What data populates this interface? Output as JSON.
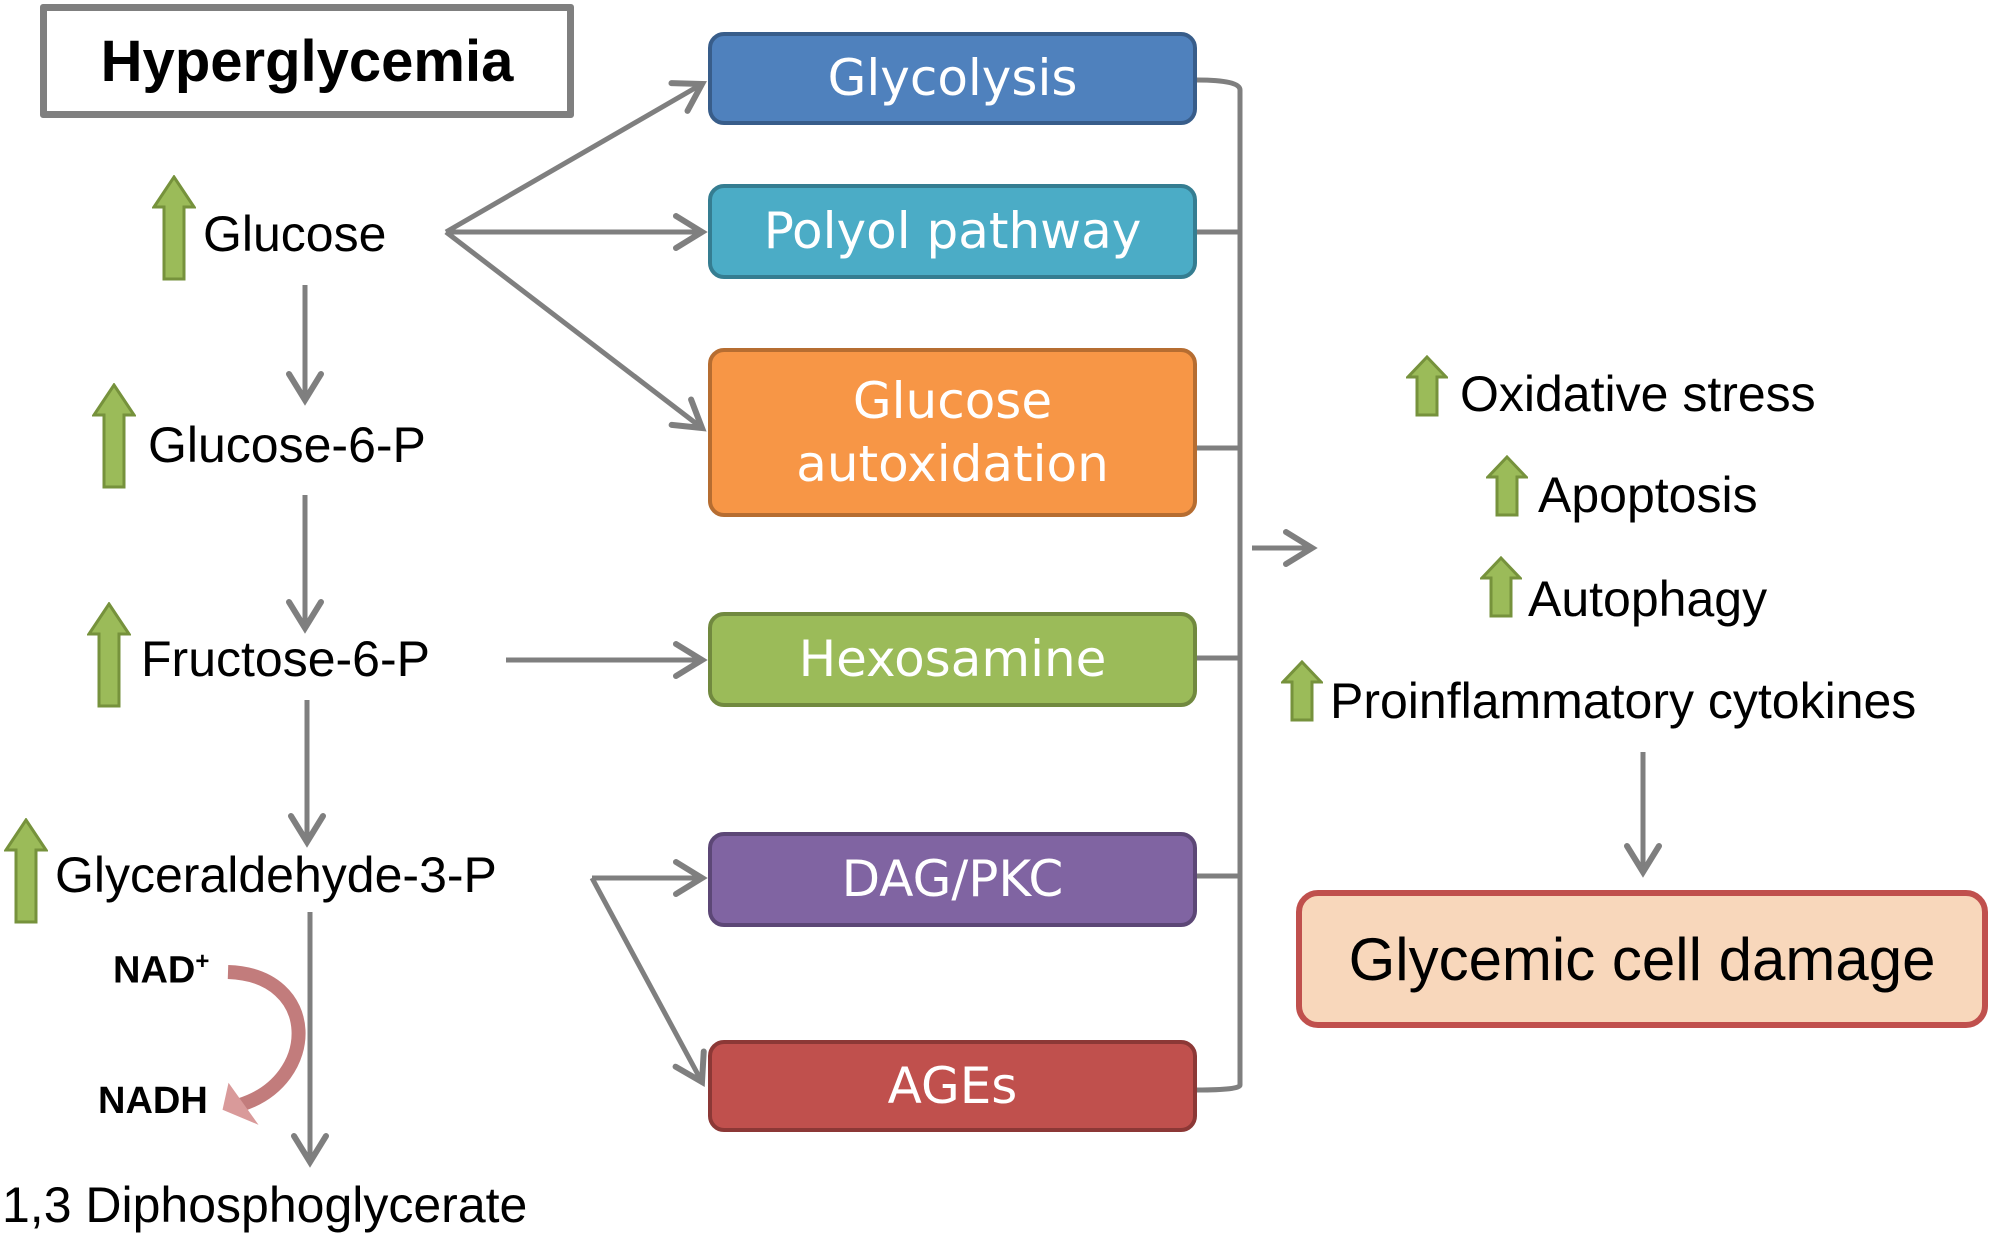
{
  "title": "Hyperglycemia",
  "metabolites": [
    {
      "label": "Glucose",
      "increased": true
    },
    {
      "label": "Glucose-6-P",
      "increased": true
    },
    {
      "label": "Fructose-6-P",
      "increased": true
    },
    {
      "label": "Glyceraldehyde-3-P",
      "increased": true
    },
    {
      "label": "1,3 Diphosphoglycerate",
      "increased": false
    }
  ],
  "cofactors": {
    "nad": "NAD",
    "nad_sup": "+",
    "nadh": "NADH"
  },
  "pathways": [
    {
      "label": "Glycolysis",
      "color": "#4f81bd"
    },
    {
      "label": "Polyol pathway",
      "color": "#4bacc6"
    },
    {
      "label": "Glucose autoxidation",
      "color": "#f79646"
    },
    {
      "label": "Hexosamine",
      "color": "#9bbb59"
    },
    {
      "label": "DAG/PKC",
      "color": "#8064a2"
    },
    {
      "label": "AGEs",
      "color": "#c0504d"
    }
  ],
  "outcomes": [
    {
      "label": "Oxidative stress",
      "increased": true
    },
    {
      "label": "Apoptosis",
      "increased": true
    },
    {
      "label": "Autophagy",
      "increased": true
    },
    {
      "label": "Proinflammatory cytokines",
      "increased": true
    }
  ],
  "result": "Glycemic cell damage",
  "colors": {
    "arrow_gray": "#7f7f7f",
    "increase_green": "#9bbb59",
    "increase_green_dark": "#76923c",
    "cofactor_arrow": "#c27c7c"
  }
}
